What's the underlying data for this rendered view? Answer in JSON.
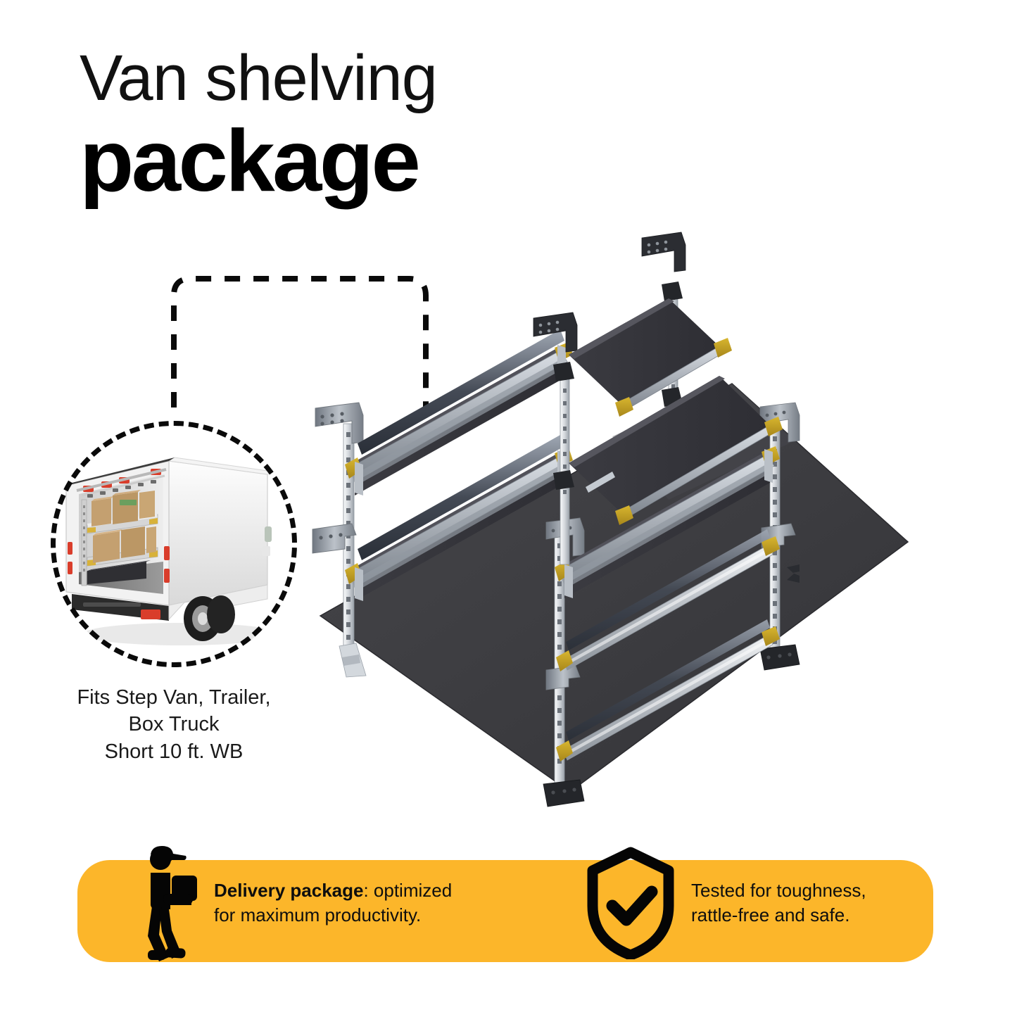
{
  "heading": {
    "line1": "Van shelving",
    "line2": "package"
  },
  "inset": {
    "icon": "box-truck-with-shelving",
    "caption_line1": "Fits Step Van, Trailer,",
    "caption_line2": "Box Truck",
    "caption_line3": "Short 10 ft. WB"
  },
  "hero": {
    "icon": "van-shelving-3d-render",
    "alt": "Three-tier van shelving package mounted on dark floor panel"
  },
  "banner": {
    "background_color": "#FCB62A",
    "features": [
      {
        "icon": "delivery-person-icon",
        "bold_text": "Delivery package",
        "rest_text": ": optimized",
        "line2": "for maximum productivity."
      },
      {
        "icon": "shield-check-icon",
        "line1": "Tested for toughness,",
        "line2": "rattle-free and safe."
      }
    ]
  },
  "colors": {
    "accent": "#FCB62A",
    "ink": "#111111",
    "panel": "#3E3E40",
    "shelf": "#34343A",
    "metal": "#C9CDD2",
    "metal_dark": "#8A9099",
    "cap": "#C9A227"
  }
}
